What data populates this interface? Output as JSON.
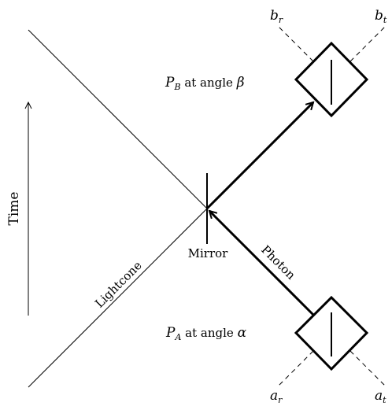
{
  "labels": {
    "time": "Time",
    "lightcone": "Lightcone",
    "mirror": "Mirror",
    "photon": "Photon",
    "pb": {
      "symbol": "P",
      "sub": "B",
      "text": " at angle ",
      "angle": "β"
    },
    "pa": {
      "symbol": "P",
      "sub": "A",
      "text": " at angle ",
      "angle": "α"
    },
    "br": {
      "symbol": "b",
      "sub": "r"
    },
    "bt": {
      "symbol": "b",
      "sub": "t"
    },
    "ar": {
      "symbol": "a",
      "sub": "r"
    },
    "at": {
      "symbol": "a",
      "sub": "t"
    }
  },
  "colors": {
    "ink": "#000000",
    "background": "#ffffff"
  }
}
